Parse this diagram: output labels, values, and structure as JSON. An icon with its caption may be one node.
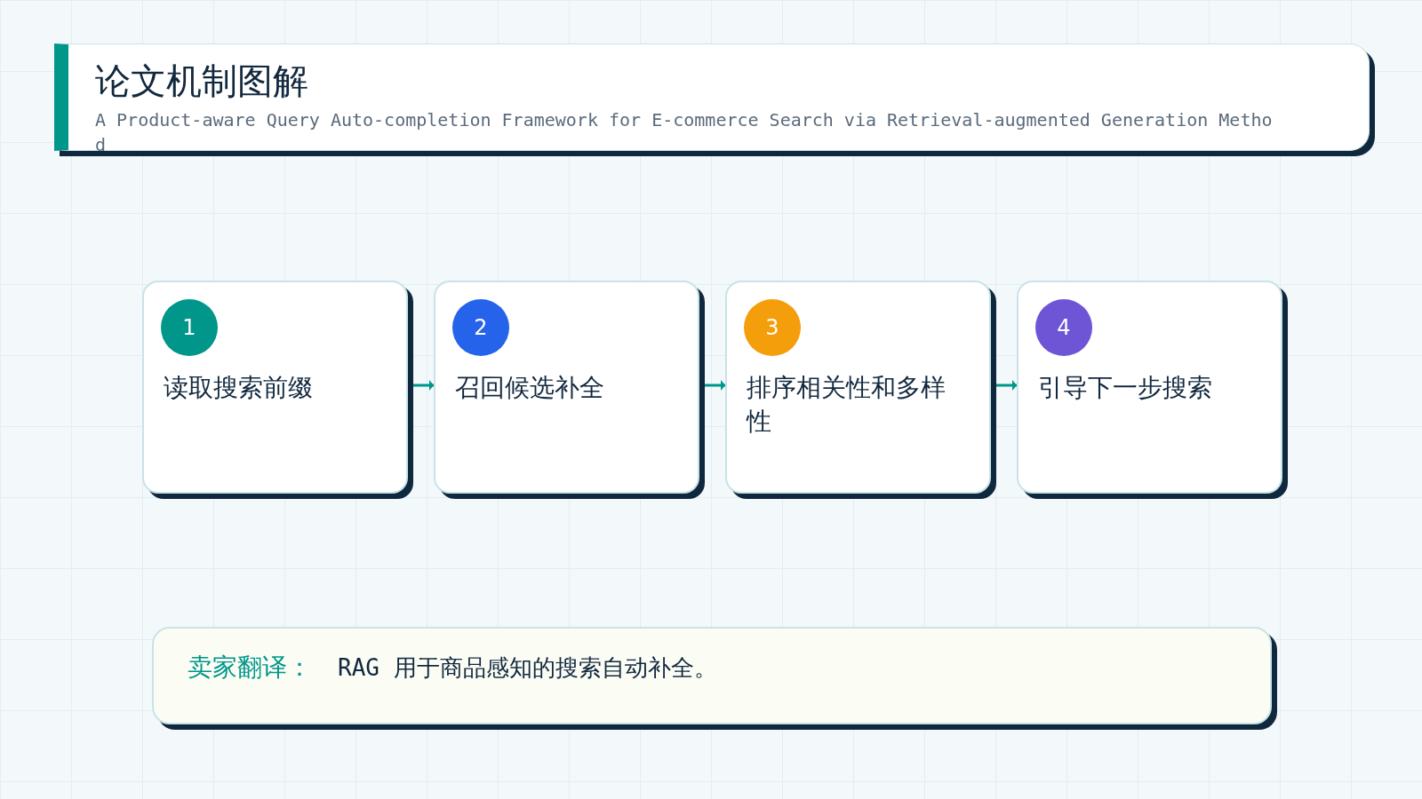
{
  "diagram": {
    "title": "论文机制图解",
    "nodes": [
      {
        "text": [
          "读取搜索前缀"
        ]
      },
      {
        "text": [
          "1"
        ],
        "in": 0
      },
      {
        "text": [
          "召回候选补全"
        ]
      },
      {
        "text": [
          "2"
        ],
        "in": 2
      },
      {
        "text": [
          "排序相关性和多样性"
        ]
      },
      {
        "text": [
          "3"
        ],
        "in": 4
      },
      {
        "text": [
          "引导下一步搜索"
        ]
      },
      {
        "text": [
          "4"
        ],
        "in": 6
      },
      {
        "text": [
          "卖家翻译：",
          "RAG 用于商品感知的搜索自动补全。"
        ]
      }
    ],
    "edges": [
      {
        "from": 0,
        "to": 2,
        "arrow": "to"
      },
      {
        "from": 2,
        "to": 4,
        "arrow": "to"
      },
      {
        "from": 4,
        "to": 6,
        "arrow": "to"
      }
    ],
    "labels": [
      "A Product-aware Query Auto-completion Framework for E-commerce Search via Retrieval-augmented Generation Method"
    ]
  }
}
